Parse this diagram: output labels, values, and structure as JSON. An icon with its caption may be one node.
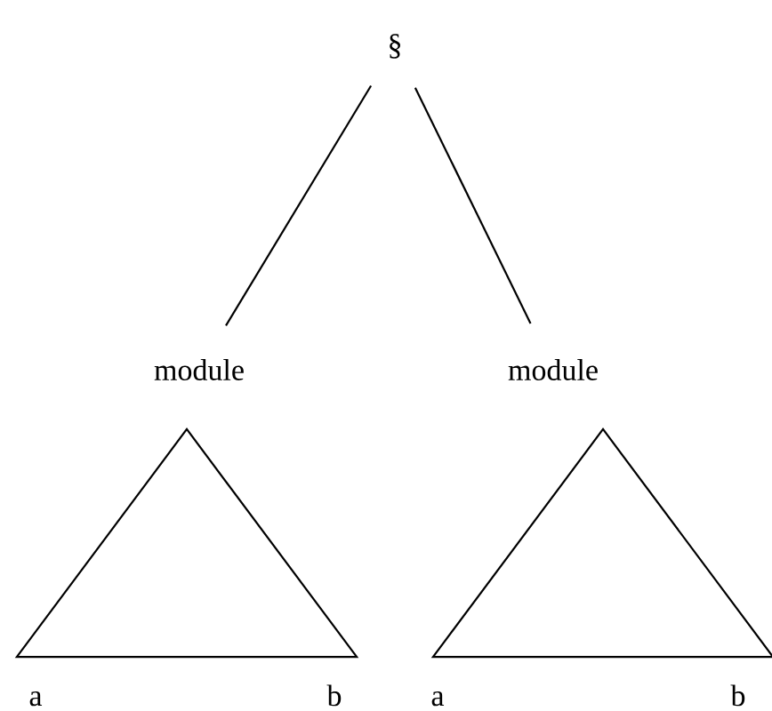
{
  "diagram": {
    "nodes": [
      {
        "text": [
          "§"
        ]
      },
      {
        "text": [
          "module"
        ]
      },
      {
        "text": [
          "module"
        ]
      },
      {
        "text": [],
        "shape": "triangle"
      },
      {
        "text": [],
        "shape": "triangle"
      }
    ],
    "edges": [
      {
        "from": 0,
        "to": 1,
        "arrow": "none"
      },
      {
        "from": 0,
        "to": 2,
        "arrow": "none"
      }
    ],
    "labels": [
      "a",
      "b",
      "a",
      "b"
    ]
  }
}
